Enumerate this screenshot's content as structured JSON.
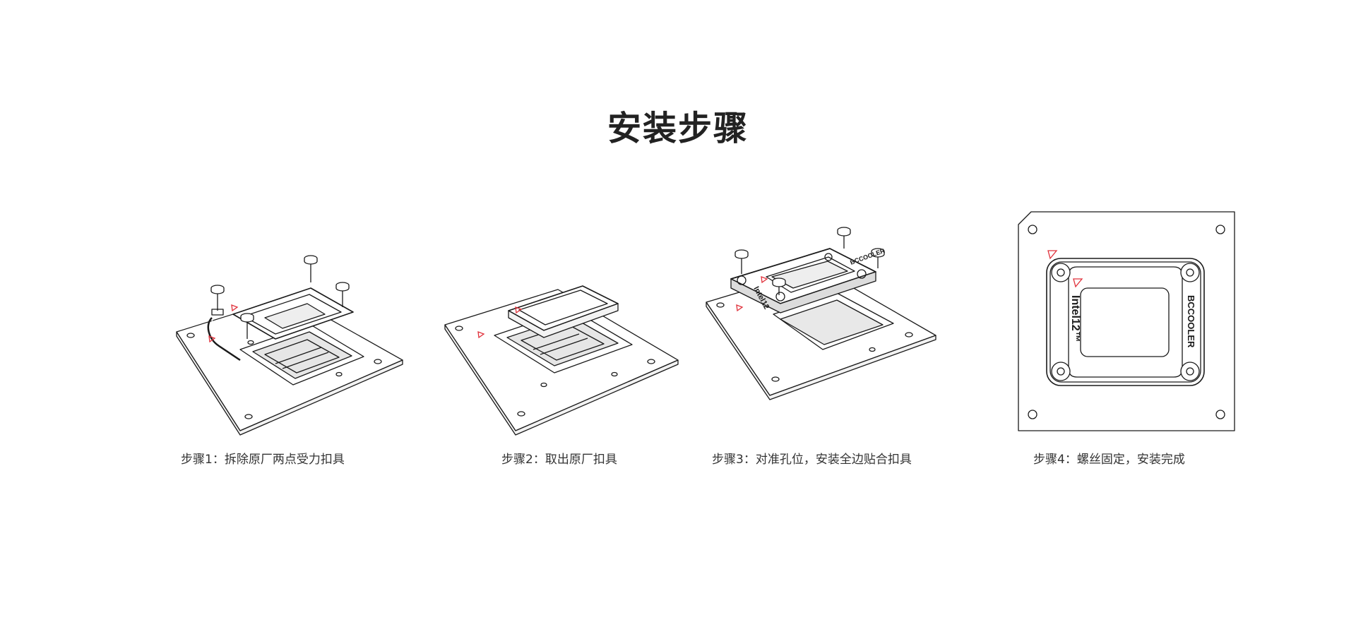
{
  "title": "安装步骤",
  "steps": [
    {
      "caption": "步骤1：拆除原厂两点受力扣具"
    },
    {
      "caption": "步骤2：取出原厂扣具"
    },
    {
      "caption": "步骤3：对准孔位，安装全边贴合扣具"
    },
    {
      "caption": "步骤4：螺丝固定，安装完成"
    }
  ],
  "illustration_text": {
    "brand": "BCCOOLER",
    "model": "Intel12™",
    "model_short": "Intel12"
  },
  "colors": {
    "line": "#1a1a1a",
    "accent": "#e0303a",
    "background": "#ffffff"
  }
}
